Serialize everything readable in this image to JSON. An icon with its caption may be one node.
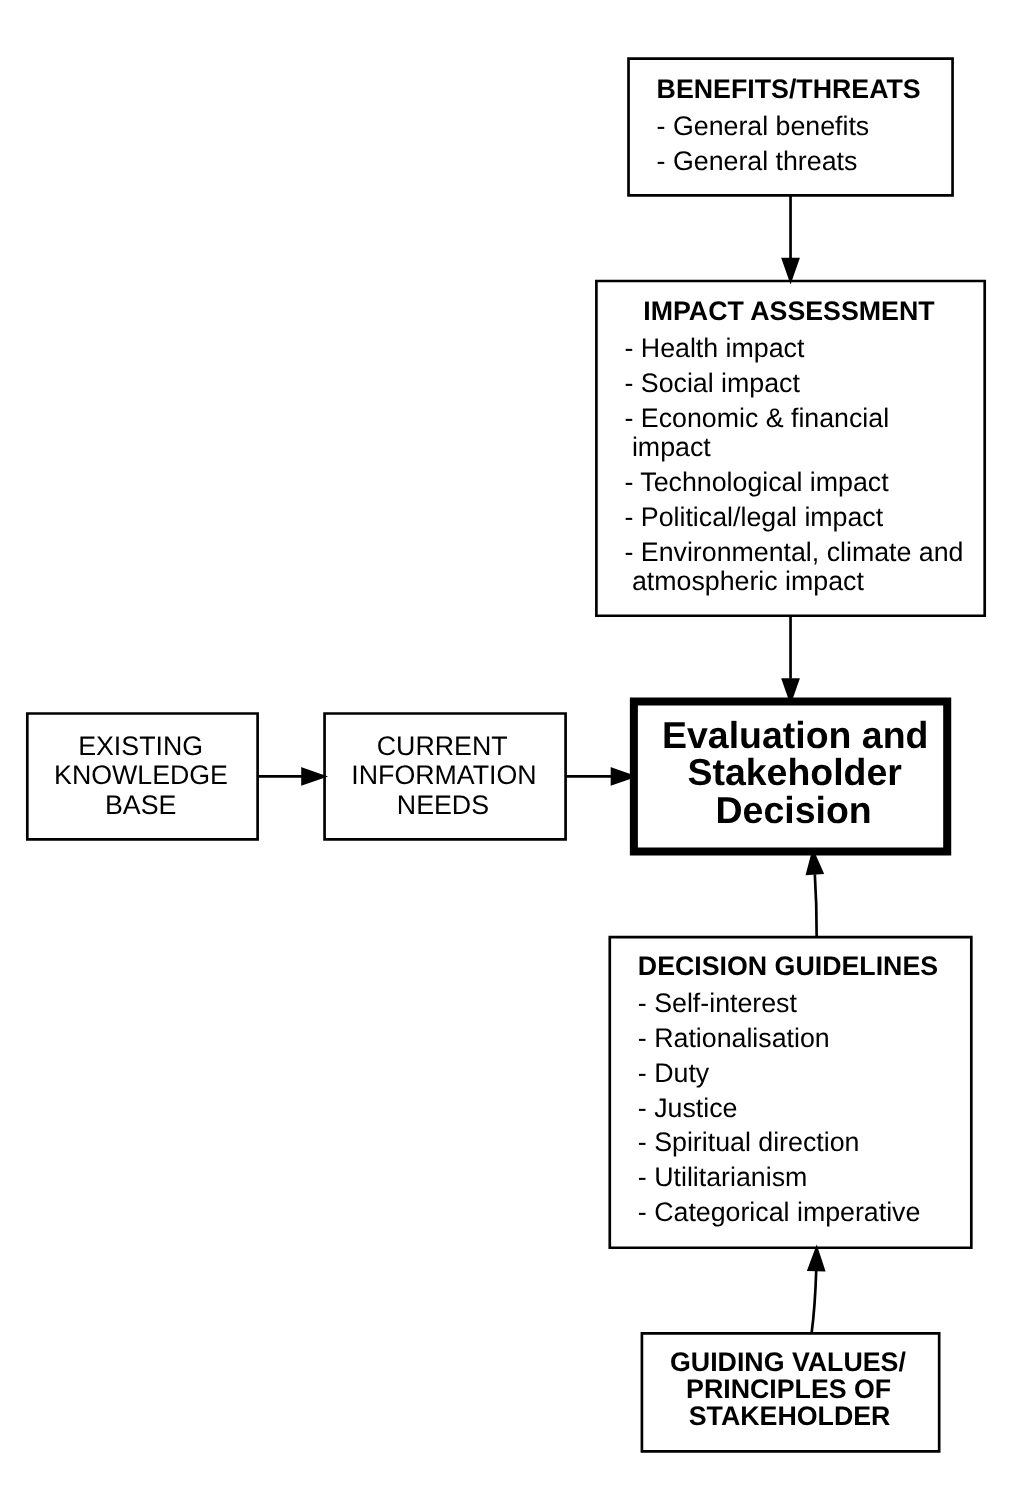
{
  "diagram": {
    "nodes": [
      {
        "text": [
          "BENEFITS/THREATS",
          "- General benefits",
          "- General threats"
        ]
      },
      {
        "text": [
          "IMPACT ASSESSMENT",
          "- Health impact",
          "- Social impact",
          "- Economic & financial impact",
          "- Technological impact",
          "- Political/legal impact",
          "- Environmental, climate and atmospheric impact"
        ]
      },
      {
        "text": [
          "EXISTING KNOWLEDGE BASE"
        ]
      },
      {
        "text": [
          "CURRENT INFORMATION NEEDS"
        ]
      },
      {
        "text": [
          "Evaluation and Stakeholder Decision"
        ]
      },
      {
        "text": [
          "DECISION GUIDELINES",
          "- Self-interest",
          "- Rationalisation",
          "- Duty",
          "- Justice",
          "- Spiritual direction",
          "- Utilitarianism",
          "- Categorical imperative"
        ]
      },
      {
        "text": [
          "GUIDING VALUES/ PRINCIPLES OF STAKEHOLDER"
        ]
      }
    ],
    "edges": [
      {
        "from": 0,
        "to": 1,
        "arrow": "to"
      },
      {
        "from": 1,
        "to": 4,
        "arrow": "to"
      },
      {
        "from": 2,
        "to": 3,
        "arrow": "to"
      },
      {
        "from": 3,
        "to": 4,
        "arrow": "to"
      },
      {
        "from": 5,
        "to": 4,
        "arrow": "to"
      },
      {
        "from": 6,
        "to": 5,
        "arrow": "to"
      }
    ]
  }
}
